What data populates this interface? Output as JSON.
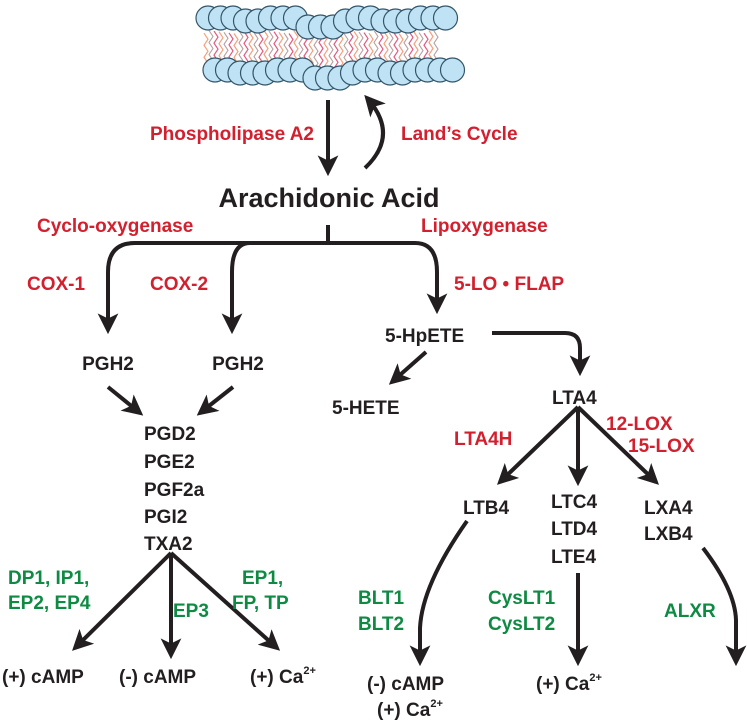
{
  "diagram": {
    "title": "Arachidonic Acid",
    "membrane": {
      "label": "phospholipid-bilayer",
      "head_color": "#bfe3f4",
      "tail_colors": [
        "#e05a80",
        "#f4a07e",
        "#b7a0a0"
      ]
    },
    "colors": {
      "enzyme": "#d2202f",
      "receptor": "#0e8a43",
      "metabolite": "#231f20"
    },
    "enzymes": {
      "phospholipase": "Phospholipase A2",
      "lands_cycle": "Land’s Cycle",
      "cyclooxygenase": "Cyclo-oxygenase",
      "lipoxygenase": "Lipoxygenase",
      "cox1": "COX-1",
      "cox2": "COX-2",
      "lo_flap": "5-LO • FLAP",
      "lta4h": "LTA4H",
      "lox12": "12-LOX",
      "lox15": "15-LOX"
    },
    "metabolites": {
      "pgh2_a": "PGH2",
      "pgh2_b": "PGH2",
      "prostanoids": [
        "PGD2",
        "PGE2",
        "PGF2a",
        "PGI2",
        "TXA2"
      ],
      "hpete": "5-HpETE",
      "hete": "5-HETE",
      "lta4": "LTA4",
      "ltb4": "LTB4",
      "cysteinyl": [
        "LTC4",
        "LTD4",
        "LTE4"
      ],
      "lipoxins": [
        "LXA4",
        "LXB4"
      ]
    },
    "receptors": {
      "dp_ip_ep": [
        "DP1, IP1,",
        "EP2, EP4"
      ],
      "ep3": "EP3",
      "ep1_fp_tp": [
        "EP1,",
        "FP, TP"
      ],
      "blt": [
        "BLT1",
        "BLT2"
      ],
      "cyslt": [
        "CysLT1",
        "CysLT2"
      ],
      "alxr": "ALXR"
    },
    "outcomes": {
      "plus_camp": "(+) cAMP",
      "minus_camp": "(-) cAMP",
      "plus_ca_base": "(+) Ca",
      "ca_sup": "2+",
      "ltb4_minus_camp": "(-) cAMP",
      "ltb4_plus_ca_base": "(+) Ca",
      "cyslt_plus_ca_base": "(+) Ca"
    }
  }
}
